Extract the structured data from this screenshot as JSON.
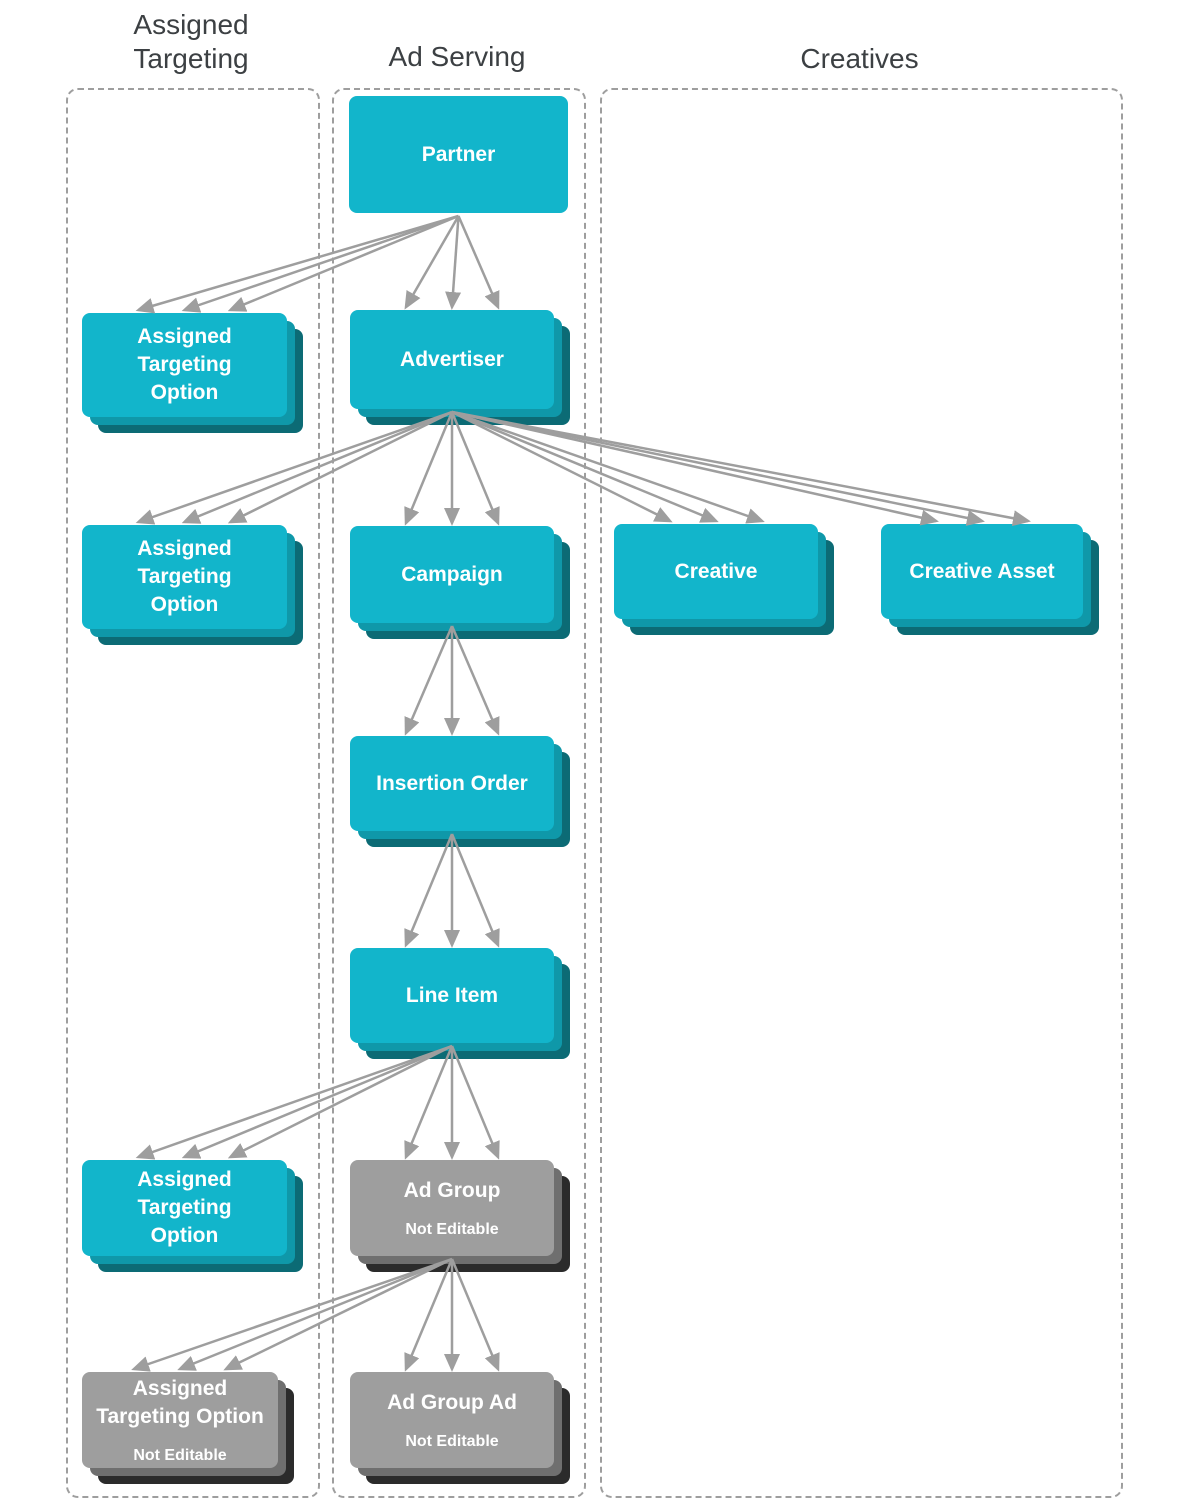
{
  "columns": [
    {
      "id": "assigned-targeting",
      "label": "Assigned\nTargeting"
    },
    {
      "id": "ad-serving",
      "label": "Ad Serving"
    },
    {
      "id": "creatives",
      "label": "Creatives"
    }
  ],
  "nodes": [
    {
      "id": "partner",
      "label": "Partner",
      "style": "editable",
      "stacked": false
    },
    {
      "id": "ato-partner",
      "label": "Assigned\nTargeting\nOption",
      "style": "editable",
      "stacked": true
    },
    {
      "id": "advertiser",
      "label": "Advertiser",
      "style": "editable",
      "stacked": true
    },
    {
      "id": "ato-advertiser",
      "label": "Assigned\nTargeting\nOption",
      "style": "editable",
      "stacked": true
    },
    {
      "id": "campaign",
      "label": "Campaign",
      "style": "editable",
      "stacked": true
    },
    {
      "id": "creative",
      "label": "Creative",
      "style": "editable",
      "stacked": true
    },
    {
      "id": "creative-asset",
      "label": "Creative Asset",
      "style": "editable",
      "stacked": true
    },
    {
      "id": "insertion-order",
      "label": "Insertion Order",
      "style": "editable",
      "stacked": true
    },
    {
      "id": "line-item",
      "label": "Line Item",
      "style": "editable",
      "stacked": true
    },
    {
      "id": "ato-line-item",
      "label": "Assigned\nTargeting\nOption",
      "style": "editable",
      "stacked": true
    },
    {
      "id": "ad-group",
      "label": "Ad Group",
      "sublabel": "Not Editable",
      "style": "not-editable",
      "stacked": true
    },
    {
      "id": "ato-ad-group",
      "label": "Assigned\nTargeting Option",
      "sublabel": "Not Editable",
      "style": "not-editable",
      "stacked": true
    },
    {
      "id": "ad-group-ad",
      "label": "Ad Group Ad",
      "sublabel": "Not Editable",
      "style": "not-editable",
      "stacked": true
    }
  ],
  "edges": [
    {
      "from": "partner",
      "to": "ato-partner"
    },
    {
      "from": "partner",
      "to": "advertiser"
    },
    {
      "from": "advertiser",
      "to": "ato-advertiser"
    },
    {
      "from": "advertiser",
      "to": "campaign"
    },
    {
      "from": "advertiser",
      "to": "creative"
    },
    {
      "from": "advertiser",
      "to": "creative-asset"
    },
    {
      "from": "campaign",
      "to": "insertion-order"
    },
    {
      "from": "insertion-order",
      "to": "line-item"
    },
    {
      "from": "line-item",
      "to": "ato-line-item"
    },
    {
      "from": "line-item",
      "to": "ad-group"
    },
    {
      "from": "ad-group",
      "to": "ato-ad-group"
    },
    {
      "from": "ad-group",
      "to": "ad-group-ad"
    }
  ],
  "colors": {
    "teal": "#12b5cb",
    "teal_mid": "#0f98a9",
    "teal_dark": "#0c6b75",
    "gray": "#9e9e9e",
    "gray_mid": "#6f6f6f",
    "gray_dark": "#2b2b2b",
    "arrow": "#9e9e9e",
    "border": "#9e9e9e",
    "title": "#3c4043"
  }
}
